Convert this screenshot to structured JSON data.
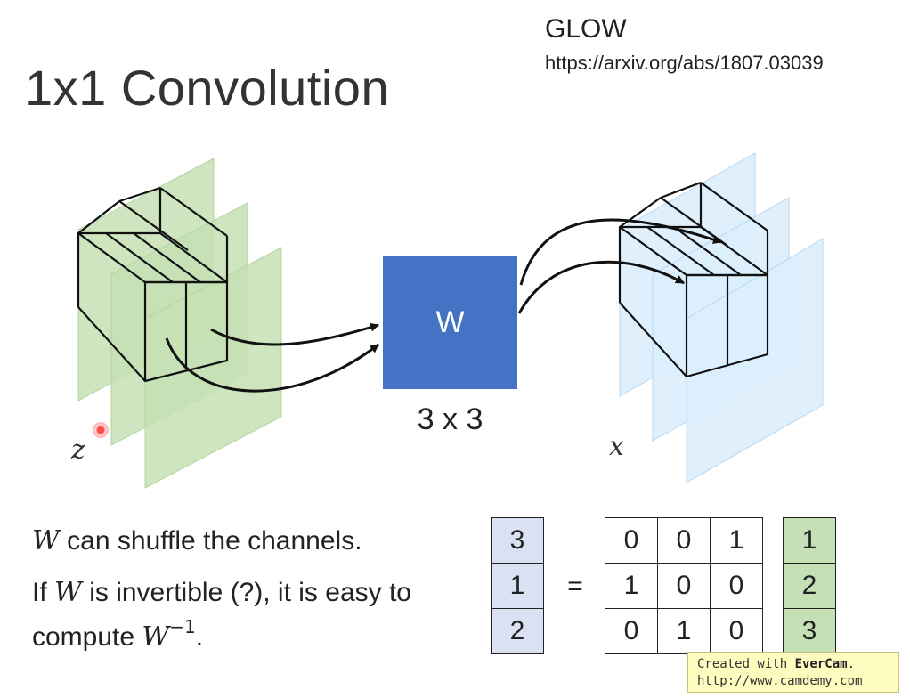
{
  "title": "1x1 Convolution",
  "reference": {
    "name": "GLOW",
    "url": "https://arxiv.org/abs/1807.03039"
  },
  "diagram": {
    "input_var": "z",
    "output_var": "x",
    "weight_label": "W",
    "weight_size": "3 x 3",
    "colors": {
      "input_planes": "#c5e0b4",
      "output_planes": "#dbeefc",
      "weight_box": "#4472c4"
    }
  },
  "notes": {
    "line1_var": "W",
    "line1_rest": " can shuffle the channels.",
    "line2_pre": "If ",
    "line2_var": "W",
    "line2_rest": " is invertible (?), it is easy to",
    "line3_pre": "compute ",
    "line3_var": "W",
    "line3_sup": "−1",
    "line3_post": "."
  },
  "equation": {
    "left_vector": [
      "3",
      "1",
      "2"
    ],
    "equals": "=",
    "matrix": [
      [
        "0",
        "0",
        "1"
      ],
      [
        "1",
        "0",
        "0"
      ],
      [
        "0",
        "1",
        "0"
      ]
    ],
    "right_vector": [
      "1",
      "2",
      "3"
    ]
  },
  "watermark": {
    "line1_pre": "Created with ",
    "brand": "EverCam",
    "line1_post": ".",
    "line2": "http://www.camdemy.com"
  }
}
